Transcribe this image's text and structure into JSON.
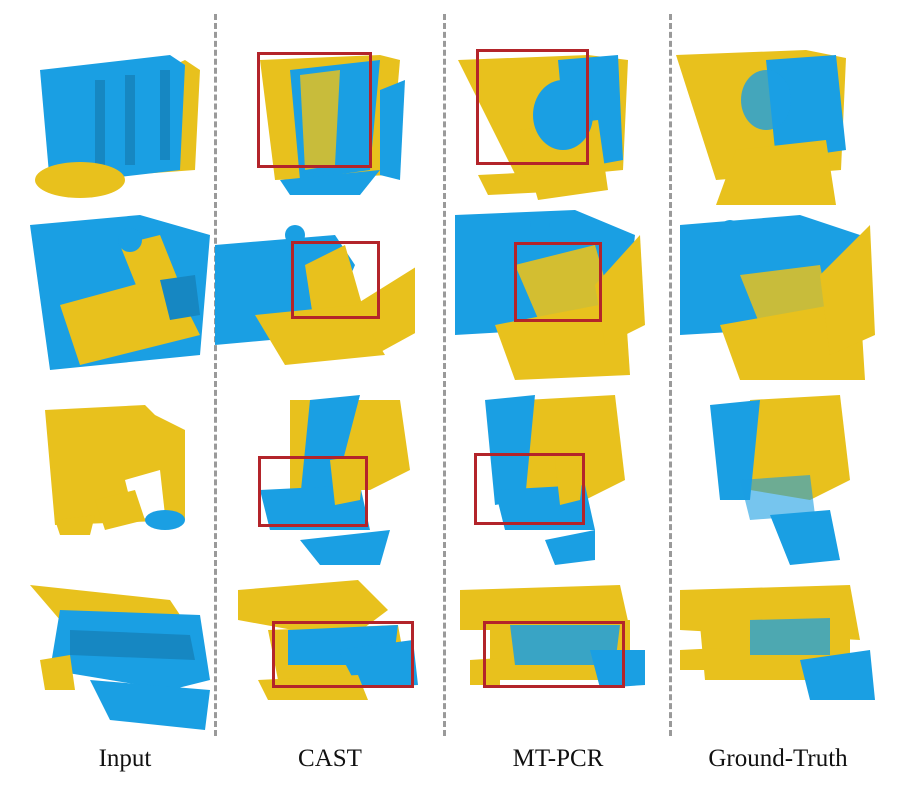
{
  "columns": [
    {
      "label": "Input"
    },
    {
      "label": "CAST"
    },
    {
      "label": "MT-PCR"
    },
    {
      "label": "Ground-Truth"
    }
  ],
  "colors": {
    "source": "#1a9fe3",
    "target": "#e8c11d",
    "highlight_box": "#b3242a",
    "divider": "#9a9a9a"
  },
  "rows": 4
}
